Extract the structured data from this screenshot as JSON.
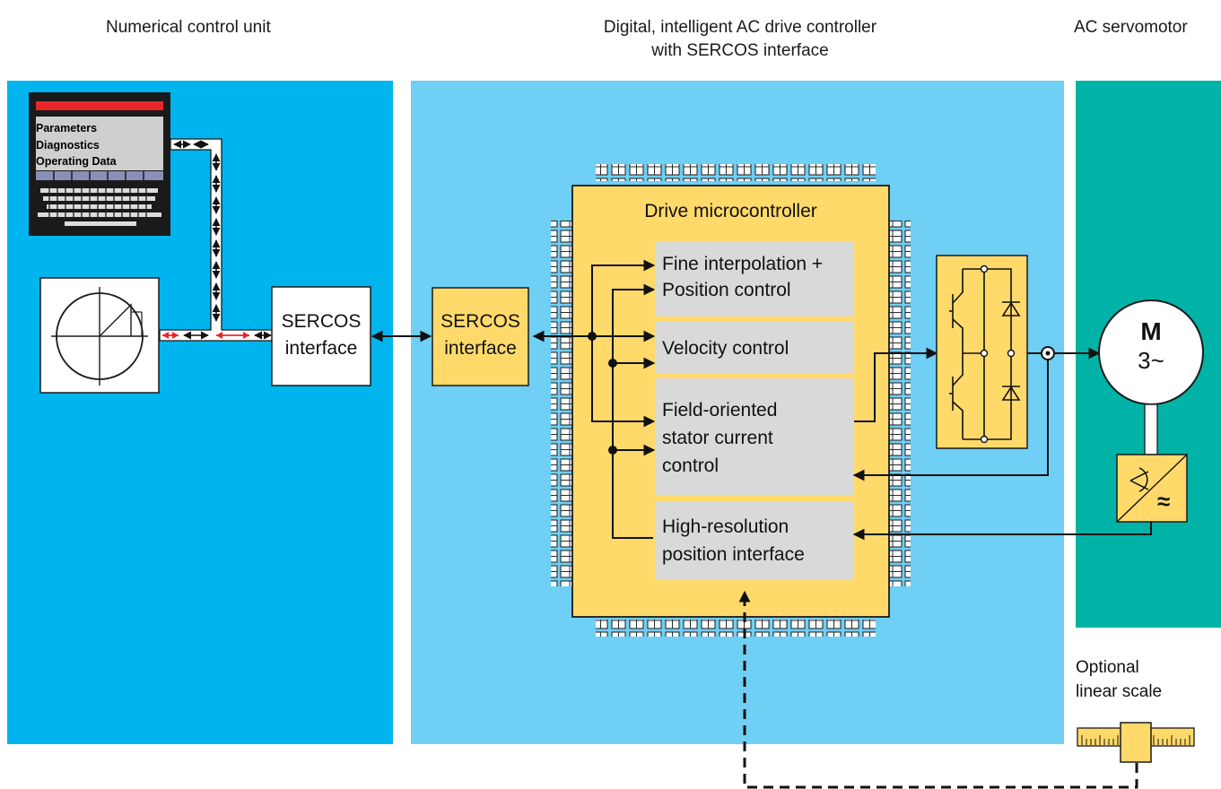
{
  "titles": {
    "nc_unit": "Numerical control unit",
    "drive_line1": "Digital, intelligent AC drive controller",
    "drive_line2": "with SERCOS interface",
    "servomotor": "AC servomotor"
  },
  "terminal": {
    "lines": [
      "Parameters",
      "Diagnostics",
      "Operating Data"
    ]
  },
  "nc_sercos": {
    "line1": "SERCOS",
    "line2": "interface"
  },
  "drive_sercos": {
    "line1": "SERCOS",
    "line2": "interface"
  },
  "microcontroller": {
    "title": "Drive microcontroller",
    "blocks": [
      {
        "lines": [
          "Fine interpolation +",
          "Position control"
        ]
      },
      {
        "lines": [
          "Velocity control"
        ]
      },
      {
        "lines": [
          "Field-oriented",
          "stator current",
          "control"
        ]
      },
      {
        "lines": [
          "High-resolution",
          "position interface"
        ]
      }
    ]
  },
  "motor": {
    "symbol": "M",
    "phases": "3~"
  },
  "encoder": {
    "symbol": "≈"
  },
  "linear_scale": {
    "line1": "Optional",
    "line2": "linear scale"
  },
  "colors": {
    "nc_panel": "#00b4ee",
    "drive_panel": "#6fcff4",
    "motor_panel": "#00b3a6",
    "yellow": "#ffda6b",
    "grey_block": "#d9d9d9",
    "red_line": "#e8262c"
  }
}
